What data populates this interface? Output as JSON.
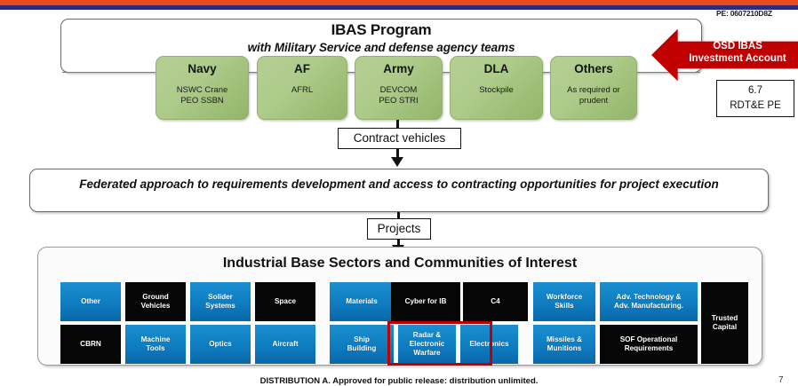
{
  "header": {
    "pe_label": "PE: 0607210D8Z"
  },
  "program": {
    "title": "IBAS Program",
    "subtitle": "with Military Service and defense agency teams",
    "services": [
      {
        "name": "Navy",
        "detail": "NSWC Crane\nPEO SSBN"
      },
      {
        "name": "AF",
        "detail": "AFRL"
      },
      {
        "name": "Army",
        "detail": "DEVCOM\nPEO STRI"
      },
      {
        "name": "DLA",
        "detail": "Stockpile"
      },
      {
        "name": "Others",
        "detail": "As required or\nprudent"
      }
    ]
  },
  "osd": {
    "arrow_label": "OSD IBAS\nInvestment Account",
    "pe_line1": "6.7",
    "pe_line2": "RDT&E PE"
  },
  "flow": {
    "contract_vehicles": "Contract vehicles",
    "federated": "Federated approach to requirements development and access to contracting opportunities for project execution",
    "projects": "Projects"
  },
  "industrial_base": {
    "title": "Industrial Base Sectors and Communities of Interest",
    "row1": [
      {
        "label": "Other",
        "color": "blue"
      },
      {
        "label": "Ground\nVehicles",
        "color": "black"
      },
      {
        "label": "Solider\nSystems",
        "color": "blue"
      },
      {
        "label": "Space",
        "color": "black"
      },
      {
        "label": "Materials",
        "color": "blue"
      },
      {
        "label": "Cyber for IB",
        "color": "black"
      },
      {
        "label": "C4",
        "color": "black"
      },
      {
        "label": "Workforce\nSkills",
        "color": "blue"
      },
      {
        "label": "Adv. Technology &\nAdv. Manufacturing.",
        "color": "blue"
      }
    ],
    "row2": [
      {
        "label": "CBRN",
        "color": "black"
      },
      {
        "label": "Machine\nTools",
        "color": "blue"
      },
      {
        "label": "Optics",
        "color": "blue"
      },
      {
        "label": "Aircraft",
        "color": "blue"
      },
      {
        "label": "Ship\nBuilding",
        "color": "blue"
      },
      {
        "label": "Radar &\nElectronic\nWarfare",
        "color": "blue"
      },
      {
        "label": "Electronics",
        "color": "blue"
      },
      {
        "label": "Missiles &\nMunitions",
        "color": "blue"
      },
      {
        "label": "SOF Operational\nRequirements",
        "color": "black"
      }
    ],
    "tall_tile": {
      "label": "Trusted\nCapital",
      "color": "black"
    },
    "highlight_color": "#c00000"
  },
  "footer": {
    "distribution": "DISTRIBUTION A. Approved for public release: distribution unlimited.",
    "page_number": "7"
  },
  "colors": {
    "orange_bar": "#e8491d",
    "blue_bar": "#2a2d7c",
    "red_accent": "#c00000",
    "tile_blue": "#0e7cc0",
    "tile_black": "#060606",
    "green_box": "#aecb8b"
  }
}
